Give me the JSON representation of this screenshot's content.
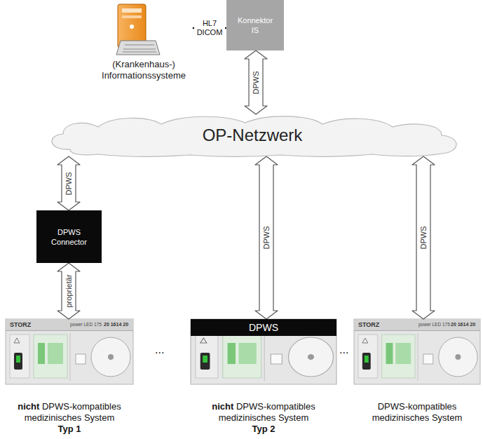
{
  "diagram": {
    "nodes": [
      {
        "text": [
          "(Krankenhaus-) Informationssysteme"
        ]
      },
      {
        "text": [
          "Konnektor IS"
        ]
      },
      {
        "text": [
          "OP-Netzwerk"
        ]
      },
      {
        "text": [
          "DPWS Connector"
        ]
      },
      {
        "text": [
          "nicht",
          "DPWS-kompatibles medizinisches System",
          "Typ 1"
        ]
      },
      {
        "text": [
          "nicht",
          "DPWS-kompatibles medizinisches System",
          "Typ 2"
        ]
      },
      {
        "text": [
          "DPWS"
        ],
        "in": 5
      },
      {
        "text": [
          "DPWS-kompatibles medizinisches System"
        ]
      }
    ],
    "edges": [
      {
        "from": 0,
        "to": 1,
        "arrow": "both",
        "label": "HL7 DICOM"
      },
      {
        "from": 1,
        "to": 2,
        "arrow": "both",
        "label": "DPWS"
      },
      {
        "from": 2,
        "to": 3,
        "arrow": "both",
        "label": "DPWS"
      },
      {
        "from": 3,
        "to": 4,
        "arrow": "both",
        "label": "proprietär"
      },
      {
        "from": 2,
        "to": 6,
        "arrow": "both",
        "label": "DPWS"
      },
      {
        "from": 2,
        "to": 7,
        "arrow": "both",
        "label": "DPWS"
      }
    ],
    "labels": [
      "STORZ",
      "power LED 175",
      "20 1614 20",
      "...",
      "...",
      "STORZ",
      "power LED 175",
      "20 1614 20"
    ]
  }
}
